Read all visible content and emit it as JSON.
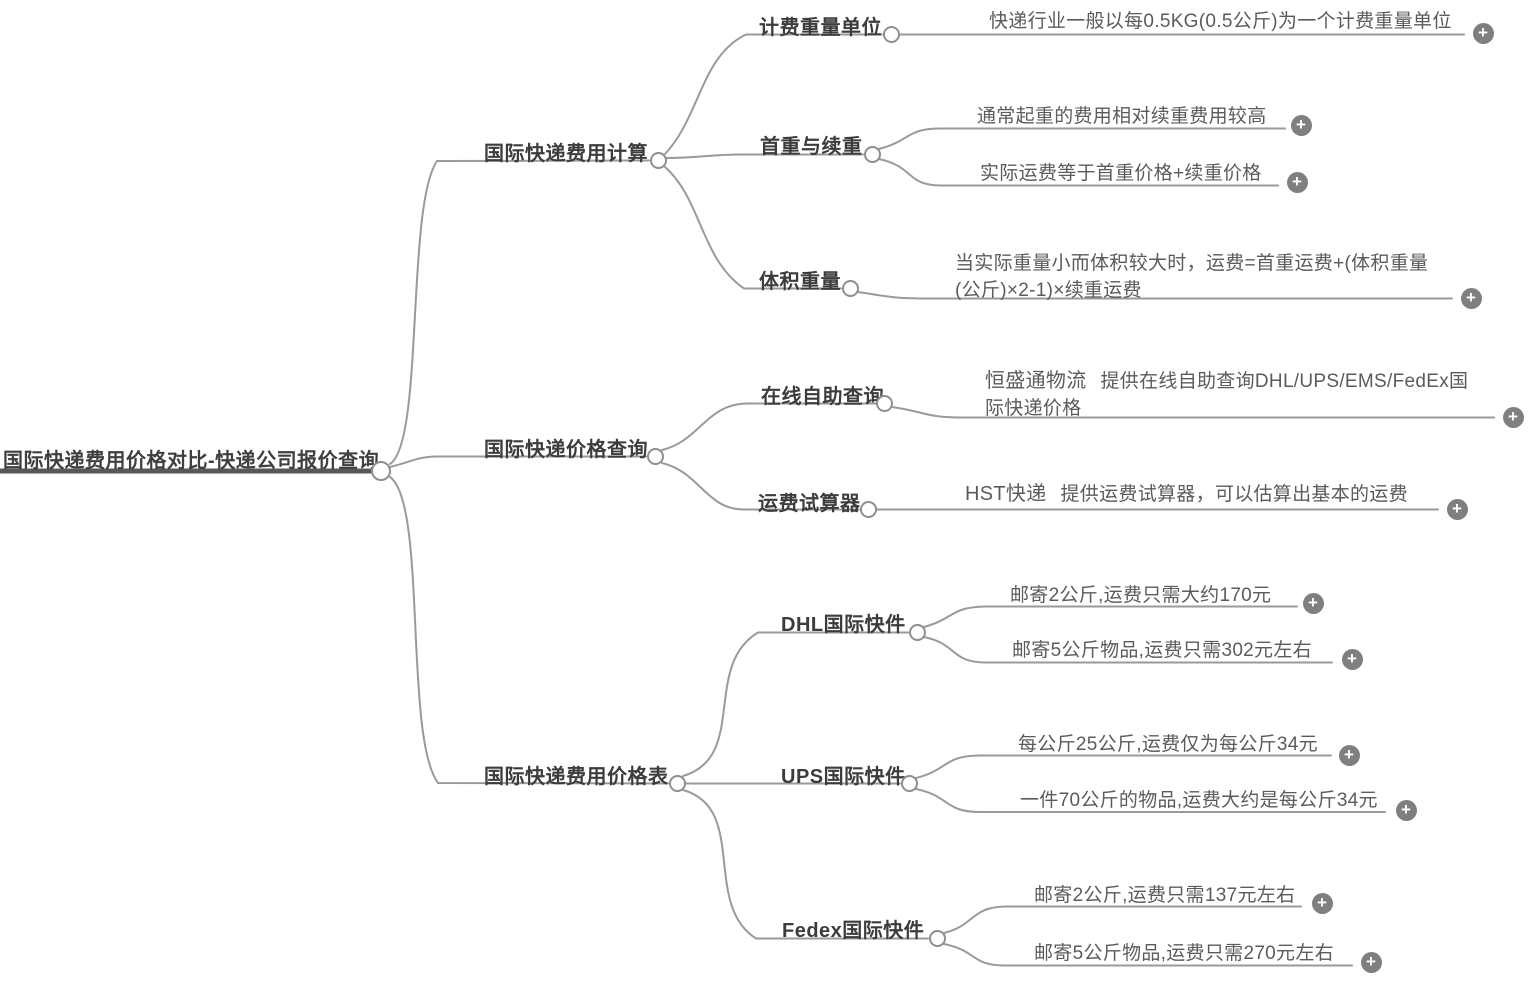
{
  "icons": {
    "expand": "+",
    "node_anchor": "circle"
  },
  "colors": {
    "line": "#9a9a9a",
    "root_underline": "#585858",
    "label_text": "#3c3c3c",
    "leaf_text": "#5b5b5b",
    "plus_bg": "#7f7f7f"
  },
  "root": {
    "label": "国际快递费用价格对比-快递公司报价查询"
  },
  "branches": [
    {
      "label": "国际快递费用计算",
      "children": [
        {
          "label": "计费重量单位",
          "leaves": [
            {
              "text": "快递行业一般以每0.5KG(0.5公斤)为一个计费重量单位"
            }
          ]
        },
        {
          "label": "首重与续重",
          "leaves": [
            {
              "text": "通常起重的费用相对续重费用较高"
            },
            {
              "text": "实际运费等于首重价格+续重价格"
            }
          ]
        },
        {
          "label": "体积重量",
          "leaves": [
            {
              "text": "当实际重量小而体积较大时，运费=首重运费+(体积重量\n(公斤)×2-1)×续重运费"
            }
          ]
        }
      ]
    },
    {
      "label": "国际快递价格查询",
      "children": [
        {
          "label": "在线自助查询",
          "leaves": [
            {
              "source": "恒盛通物流",
              "text": "提供在线自助查询DHL/UPS/EMS/FedEx国\n际快递价格"
            }
          ]
        },
        {
          "label": "运费试算器",
          "leaves": [
            {
              "source": "HST快递",
              "text": "提供运费试算器，可以估算出基本的运费"
            }
          ]
        }
      ]
    },
    {
      "label": "国际快递费用价格表",
      "children": [
        {
          "label": "DHL国际快件",
          "leaves": [
            {
              "text": "邮寄2公斤,运费只需大约170元"
            },
            {
              "text": "邮寄5公斤物品,运费只需302元左右"
            }
          ]
        },
        {
          "label": "UPS国际快件",
          "leaves": [
            {
              "text": "每公斤25公斤,运费仅为每公斤34元"
            },
            {
              "text": "一件70公斤的物品,运费大约是每公斤34元"
            }
          ]
        },
        {
          "label": "Fedex国际快件",
          "leaves": [
            {
              "text": "邮寄2公斤,运费只需137元左右"
            },
            {
              "text": "邮寄5公斤物品,运费只需270元左右"
            }
          ]
        }
      ]
    }
  ]
}
